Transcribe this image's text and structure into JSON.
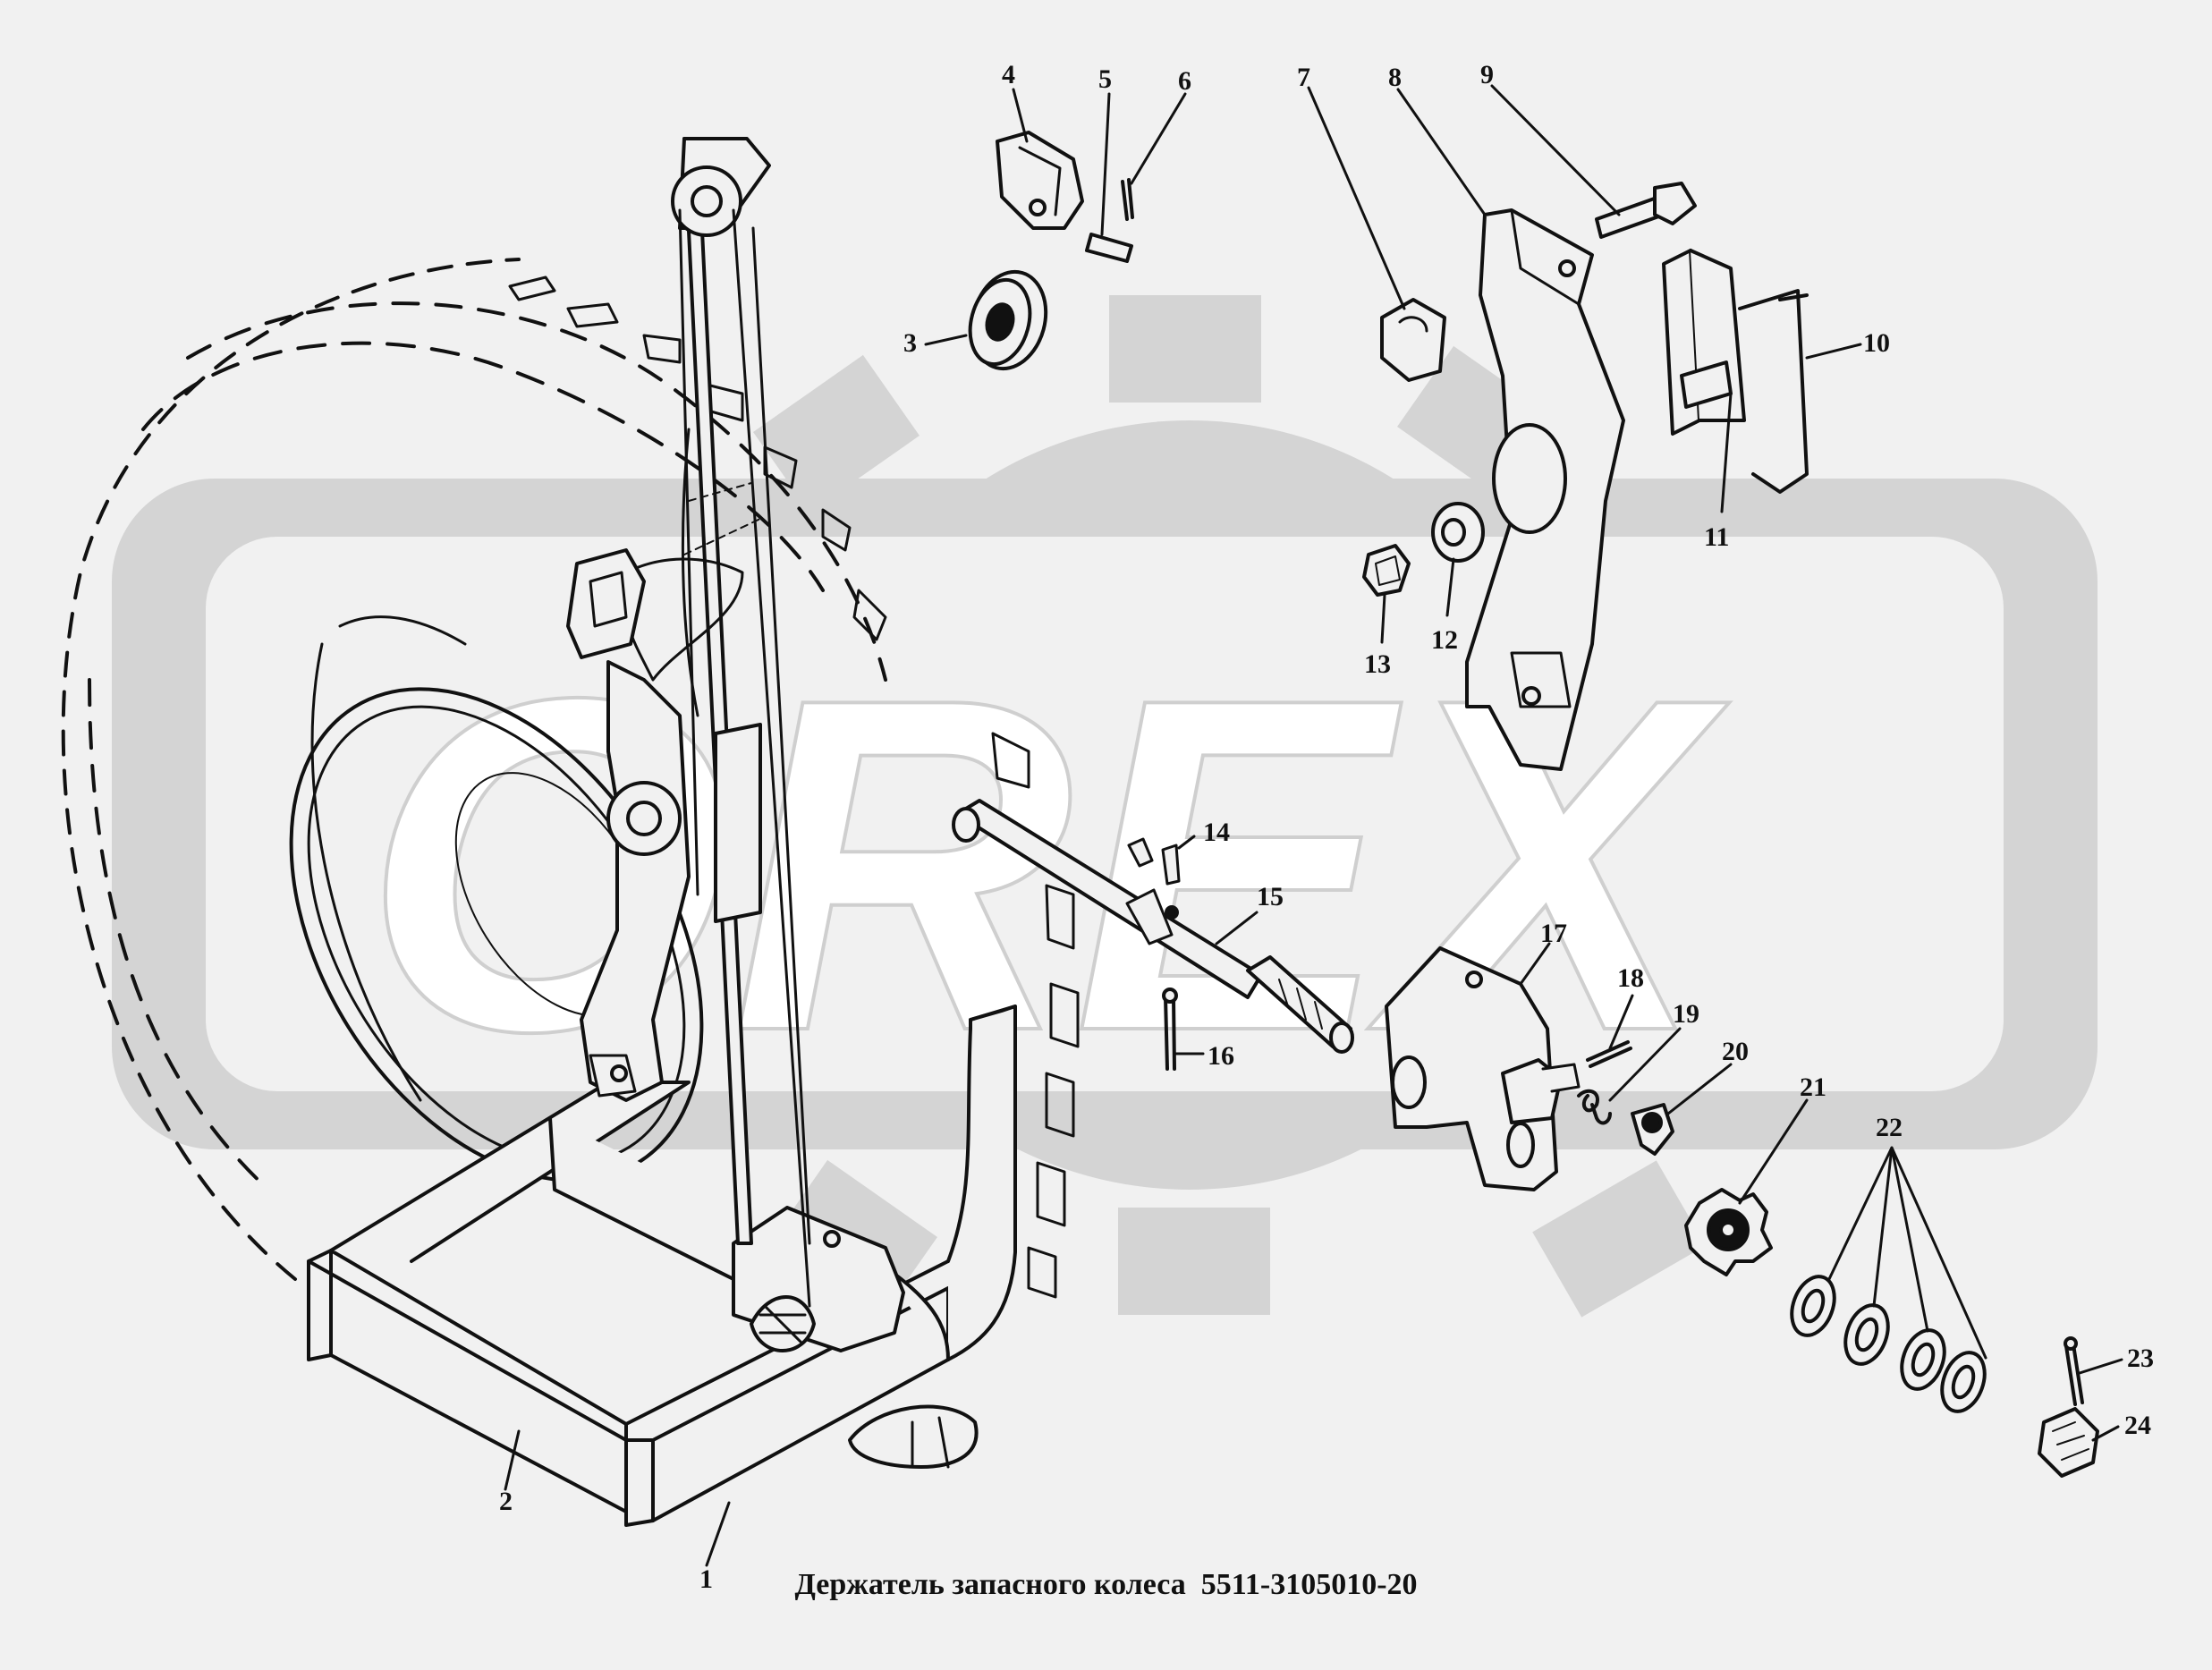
{
  "caption": "Держатель запасного колеса  5511-3105010-20",
  "watermark": {
    "text": "OREX",
    "color": "#d2d2d2"
  },
  "callouts": [
    "1",
    "2",
    "3",
    "4",
    "5",
    "6",
    "7",
    "8",
    "9",
    "10",
    "11",
    "12",
    "13",
    "14",
    "15",
    "16",
    "17",
    "18",
    "19",
    "20",
    "21",
    "22",
    "23",
    "24"
  ],
  "colors": {
    "ink": "#111111",
    "background": "#f1f1f1"
  }
}
